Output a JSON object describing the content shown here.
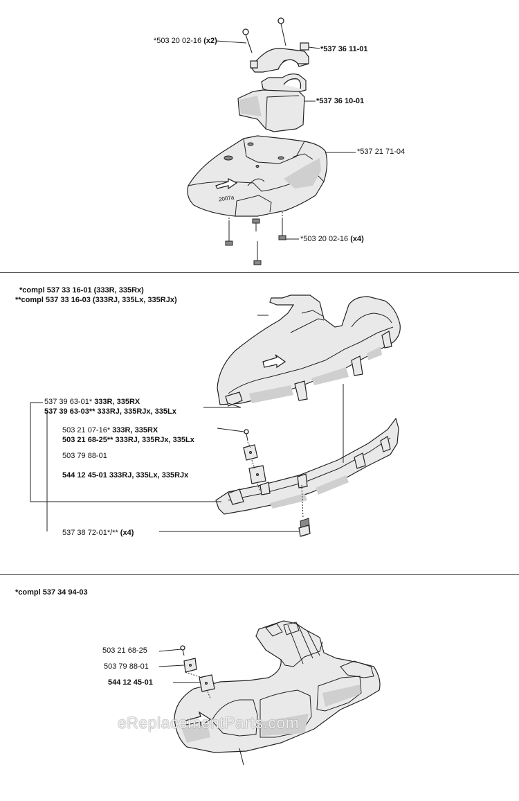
{
  "section1": {
    "labels": {
      "screw_top": {
        "num": "*503 20 02-16",
        "qty": "(x2)"
      },
      "clamp_top": "*537 36 11-01",
      "clamp_block": "*537 36 10-01",
      "guard": "*537 21 71-04",
      "screw_bottom": {
        "num": "*503 20 02-16",
        "qty": "(x4)"
      }
    },
    "guard_text": "2007a"
  },
  "section2": {
    "title1": {
      "num": "*compl 537 33 16-01",
      "models": "(333R, 335Rx)"
    },
    "title2": {
      "num": "**compl 537 33 16-03",
      "models": "(333RJ, 335Lx, 335RJx)"
    },
    "guard1": {
      "num": "537 39 63-01*",
      "models": "333R, 335RX"
    },
    "guard2": {
      "num": "537 39 63-03**",
      "models": "333RJ, 335RJx, 335Lx"
    },
    "knife_screw1": {
      "num": "503 21 07-16*",
      "models": "333R, 335RX"
    },
    "knife_screw2": {
      "num": "503 21 68-25**",
      "models": "333RJ, 335RJx, 335Lx"
    },
    "plate": "503 79 88-01",
    "knife": {
      "num": "544 12 45-01",
      "models": "333RJ, 335Lx, 335RJx"
    },
    "clip": {
      "num": "537 38 72-01*/**",
      "qty": "(x4)"
    }
  },
  "section3": {
    "title": "*compl 537 34 94-03",
    "screw": "503 21 68-25",
    "plate": "503 79 88-01",
    "knife": "544 12 45-01"
  },
  "watermark": "eReplacementParts.com"
}
